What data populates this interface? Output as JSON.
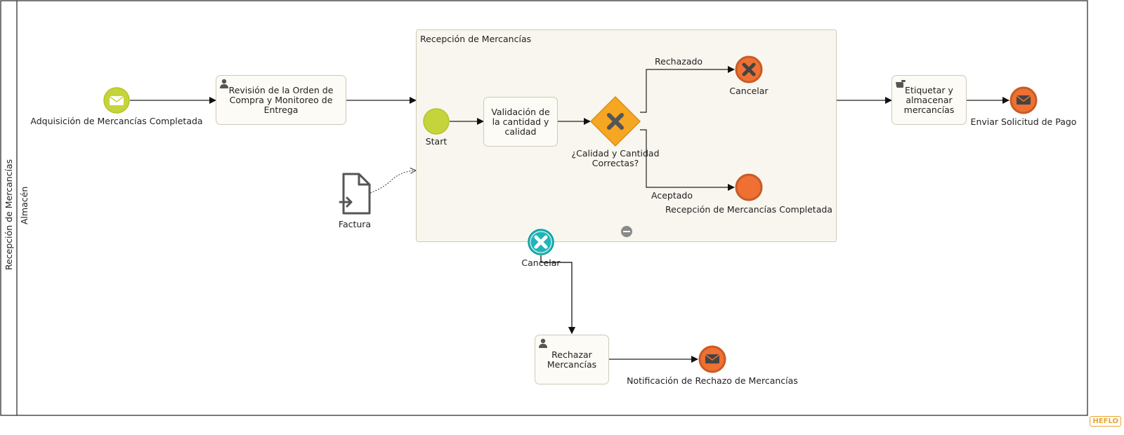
{
  "pool": {
    "label": "Recepción de Mercancías"
  },
  "lane": {
    "label": "Almacén"
  },
  "subprocess": {
    "title": "Recepción de Mercancías",
    "start_label": "Start",
    "task_label": "Validación de la cantidad y calidad",
    "gateway_label": "¿Calidad y Cantidad Correctas?",
    "flow_rejected": "Rechazado",
    "flow_accepted": "Aceptado",
    "cancel_end_label": "Cancelar",
    "completed_end_label": "Recepción de Mercancías Completada"
  },
  "start_event": {
    "label": "Adquisición de Mercancías Completada"
  },
  "task_review": {
    "label": "Revisión de la Orden de Compra y Monitoreo de Entrega"
  },
  "data_object": {
    "label": "Factura"
  },
  "boundary_cancel": {
    "label": "Cancelar"
  },
  "task_reject": {
    "label": "Rechazar Mercancías"
  },
  "end_reject": {
    "label": "Notificación de Rechazo de Mercancías"
  },
  "task_label_store": {
    "label": "Etiquetar y almacenar mercancías"
  },
  "end_payment": {
    "label": "Enviar Solicitud de Pago"
  },
  "logo": {
    "text": "HEFLO"
  },
  "colors": {
    "start": "#c5d43a",
    "end": "#ee7033",
    "end_border": "#c95a24",
    "gateway": "#f5a623",
    "boundary": "#1fb5b8",
    "task_bg": "#fcfbf5",
    "subprocess_bg": "#f8f6ef"
  }
}
